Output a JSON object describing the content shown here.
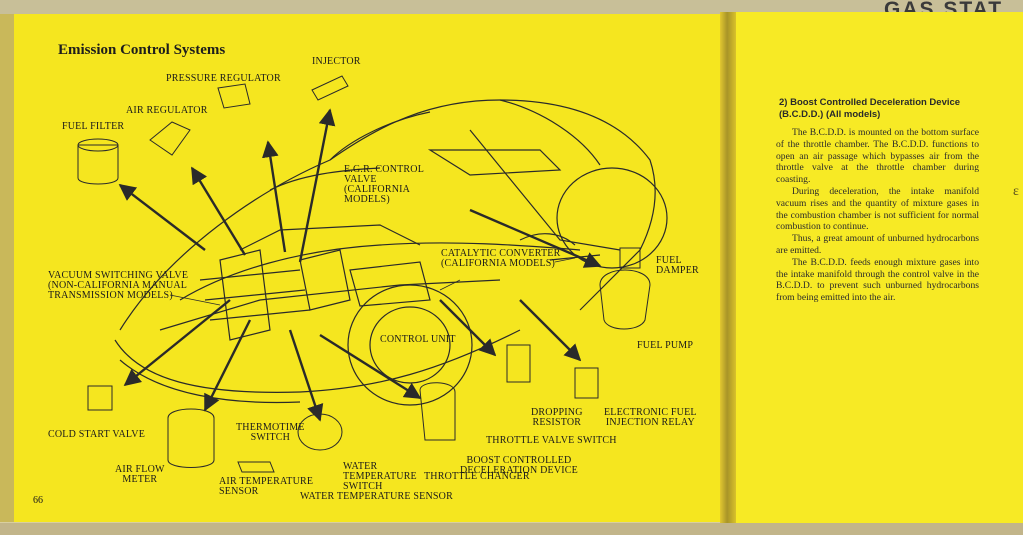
{
  "header": {
    "running_head": "GAS STAT"
  },
  "left_page": {
    "section_title": "Emission Control Systems",
    "page_number": "66",
    "labels": {
      "injector": "INJECTOR",
      "pressure_regulator": "PRESSURE REGULATOR",
      "air_regulator": "AIR REGULATOR",
      "fuel_filter": "FUEL FILTER",
      "egr_control_valve": "E.G.R. CONTROL\nVALVE\n(CALIFORNIA\nMODELS)",
      "vacuum_switching_valve": "VACUUM SWITCHING VALVE\n(NON-CALIFORNIA MANUAL\nTRANSMISSION MODELS)",
      "catalytic_converter": "CATALYTIC CONVERTER\n(CALIFORNIA MODELS)",
      "fuel_damper": "FUEL\nDAMPER",
      "fuel_pump": "FUEL PUMP",
      "control_unit": "CONTROL UNIT",
      "cold_start_valve": "COLD START VALVE",
      "thermotime_switch": "THERMOTIME\nSWITCH",
      "dropping_resistor": "DROPPING\nRESISTOR",
      "electronic_fuel_injection_relay": "ELECTRONIC FUEL\nINJECTION RELAY",
      "throttle_valve_switch": "THROTTLE VALVE SWITCH",
      "bcdd": "BOOST CONTROLLED\nDECELERATION DEVICE",
      "air_flow_meter": "AIR FLOW\nMETER",
      "air_temperature_sensor": "AIR TEMPERATURE\nSENSOR",
      "water_temperature_switch": "WATER\nTEMPERATURE\nSWITCH",
      "throttle_changer": "THROTTLE CHANGER",
      "water_temperature_sensor": "WATER TEMPERATURE SENSOR"
    }
  },
  "right_page": {
    "subheading": "2) Boost Controlled Deceleration Device (B.C.D.D.) (All models)",
    "paragraphs": [
      "The B.C.D.D. is mounted on the bottom surface of the throttle chamber. The B.C.D.D. functions to open an air passage which bypasses air from the throttle valve at the throttle chamber during coasting.",
      "During deceleration, the intake manifold vacuum rises and the quantity of mixture gases in the combustion chamber is not sufficient for normal combustion to continue.",
      "Thus, a great amount of unburned hydrocarbons are emitted.",
      "The B.C.D.D. feeds enough mixture gases into the intake manifold through the control valve in the B.C.D.D. to prevent such unburned hydrocarbons from being emitted into the air."
    ]
  },
  "colors": {
    "page_yellow": "#f5e61f",
    "ink": "#1a1a1a",
    "gutter_shadow": "#a89428"
  }
}
